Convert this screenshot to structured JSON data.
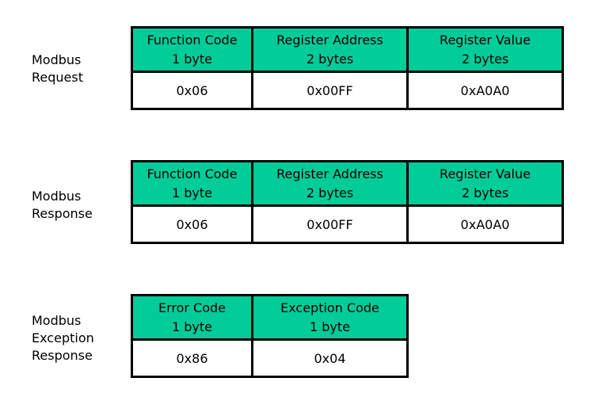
{
  "colors": {
    "header_fill": "#00cc99",
    "border": "#000000"
  },
  "frames": [
    {
      "label_lines": [
        "Modbus",
        "Request"
      ],
      "fields": [
        {
          "name": "Function Code",
          "size": "1 byte",
          "value": "0x06"
        },
        {
          "name": "Register Address",
          "size": "2 bytes",
          "value": "0x00FF"
        },
        {
          "name": "Register Value",
          "size": "2 bytes",
          "value": "0xA0A0"
        }
      ]
    },
    {
      "label_lines": [
        "Modbus",
        "Response"
      ],
      "fields": [
        {
          "name": "Function Code",
          "size": "1 byte",
          "value": "0x06"
        },
        {
          "name": "Register Address",
          "size": "2 bytes",
          "value": "0x00FF"
        },
        {
          "name": "Register Value",
          "size": "2 bytes",
          "value": "0xA0A0"
        }
      ]
    },
    {
      "label_lines": [
        "Modbus",
        "Exception",
        "Response"
      ],
      "fields": [
        {
          "name": "Error Code",
          "size": "1 byte",
          "value": "0x86"
        },
        {
          "name": "Exception Code",
          "size": "1 byte",
          "value": "0x04"
        }
      ]
    }
  ]
}
